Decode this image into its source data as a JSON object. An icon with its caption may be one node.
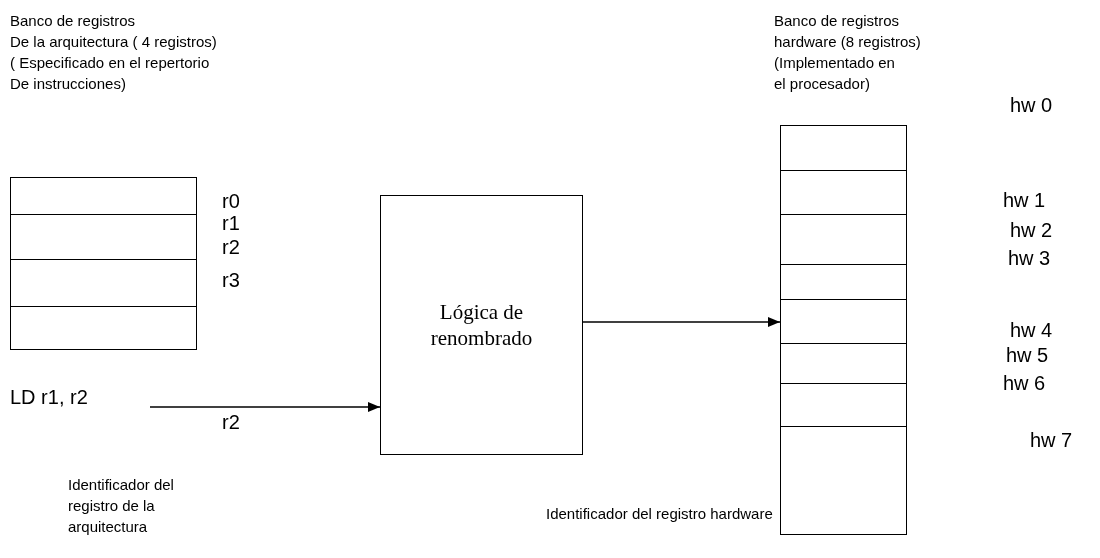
{
  "diagram": {
    "nodes": [
      {
        "text": [],
        "shape": "box"
      },
      {
        "text": [
          "LD r1, r2"
        ]
      },
      {
        "text": [
          "Lógica de renombrado"
        ]
      },
      {
        "text": [
          "Banco de registros hardware (8 registros)",
          "(Implementado en el procesador)"
        ]
      }
    ],
    "edges": [
      {
        "from": 1,
        "to": 2,
        "arrow": "to",
        "label": "r2"
      },
      {
        "from": 2,
        "to": 3,
        "arrow": "to"
      }
    ],
    "labels": [
      "Banco de registros",
      "De la arquitectura ( 4 registros)",
      "( Especificado en el repertorio",
      "De instrucciones)",
      "r0",
      "r1",
      "r2",
      "r3",
      "hw 0",
      "hw 1",
      "hw 2",
      "hw 3",
      "hw 4",
      "hw 5",
      "hw 6",
      "hw 7",
      "Identificador del registro de la arquitectura",
      "Identificador del registro hardware"
    ]
  }
}
